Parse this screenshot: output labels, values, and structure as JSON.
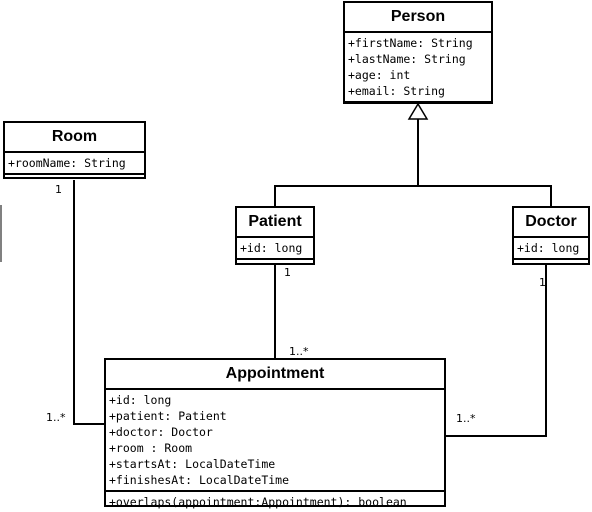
{
  "classes": {
    "person": {
      "name": "Person",
      "attributes": [
        "+firstName: String",
        "+lastName: String",
        "+age: int",
        "+email: String"
      ],
      "operations": []
    },
    "room": {
      "name": "Room",
      "attributes": [
        "+roomName: String"
      ],
      "operations": []
    },
    "patient": {
      "name": "Patient",
      "attributes": [
        "+id: long"
      ],
      "operations": []
    },
    "doctor": {
      "name": "Doctor",
      "attributes": [
        "+id: long"
      ],
      "operations": []
    },
    "appointment": {
      "name": "Appointment",
      "attributes": [
        "+id: long",
        "+patient: Patient",
        "+doctor: Doctor",
        "+room : Room",
        "+startsAt: LocalDateTime",
        "+finishesAt: LocalDateTime"
      ],
      "operations": [
        "+overlaps(appointment:Appointment): boolean"
      ]
    }
  },
  "multiplicities": {
    "room_end": "1",
    "room_appointment_end": "1..*",
    "patient_end": "1",
    "patient_appointment_end": "1..*",
    "doctor_end": "1",
    "doctor_appointment_end": "1..*"
  }
}
